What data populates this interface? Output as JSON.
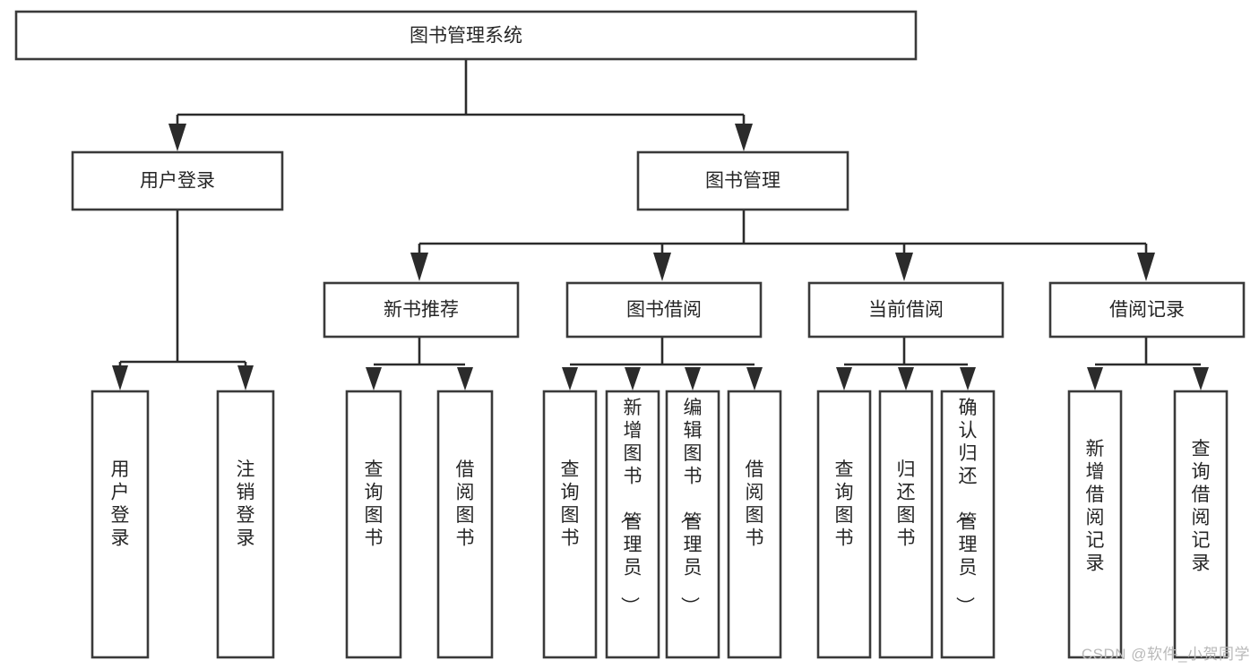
{
  "diagram": {
    "type": "tree-hierarchy-flowchart",
    "orientation": "top-down",
    "root": {
      "id": "root",
      "label": "图书管理系统"
    },
    "level2": [
      {
        "id": "user-login",
        "label": "用户登录"
      },
      {
        "id": "book-management",
        "label": "图书管理"
      }
    ],
    "level3": [
      {
        "id": "new-book-recommend",
        "label": "新书推荐",
        "parent": "book-management"
      },
      {
        "id": "book-borrow",
        "label": "图书借阅",
        "parent": "book-management"
      },
      {
        "id": "current-borrow",
        "label": "当前借阅",
        "parent": "book-management"
      },
      {
        "id": "borrow-record",
        "label": "借阅记录",
        "parent": "book-management"
      }
    ],
    "leaves": {
      "user_login": [
        {
          "id": "leaf-user-login",
          "label": "用户登录"
        },
        {
          "id": "leaf-logout-login",
          "label": "注销登录"
        }
      ],
      "new_book_recommend": [
        {
          "id": "leaf-query-book-1",
          "label": "查询图书"
        },
        {
          "id": "leaf-borrow-book-1",
          "label": "借阅图书"
        }
      ],
      "book_borrow": [
        {
          "id": "leaf-query-book-2",
          "label": "查询图书"
        },
        {
          "id": "leaf-add-book",
          "label": "新增图书（管理员）"
        },
        {
          "id": "leaf-edit-book",
          "label": "编辑图书（管理员）"
        },
        {
          "id": "leaf-borrow-book-2",
          "label": "借阅图书"
        }
      ],
      "current_borrow": [
        {
          "id": "leaf-query-book-3",
          "label": "查询图书"
        },
        {
          "id": "leaf-return-book",
          "label": "归还图书"
        },
        {
          "id": "leaf-confirm-return",
          "label": "确认归还（管理员）"
        }
      ],
      "borrow_record": [
        {
          "id": "leaf-add-record",
          "label": "新增借阅记录"
        },
        {
          "id": "leaf-query-record",
          "label": "查询借阅记录"
        }
      ]
    },
    "colors": {
      "box_stroke": "#3a3a3a",
      "box_fill": "#ffffff",
      "connector": "#2b2b2b",
      "text": "#262626",
      "background": "#ffffff",
      "watermark": "#b9b9b9"
    }
  },
  "watermark": {
    "text": "CSDN @软件_小贺同学"
  }
}
